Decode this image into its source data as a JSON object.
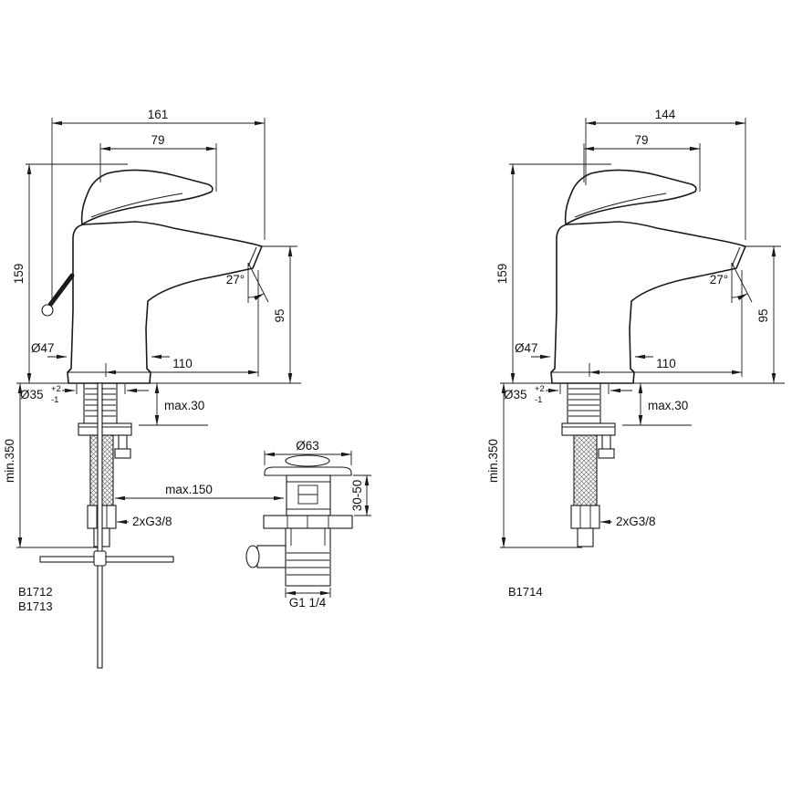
{
  "drawing": {
    "background": "#ffffff",
    "ink": "#1a1a1a",
    "type": "faucet-dimension-drawing"
  },
  "left": {
    "models": {
      "m1": "B1712",
      "m2": "B1713"
    },
    "dims": {
      "overall_width": "161",
      "handle_length": "79",
      "height": "159",
      "spout_height": "95",
      "spout_angle": "27°",
      "base_diameter": "Ø47",
      "spout_reach": "110",
      "hole_diameter": "Ø35",
      "hole_tol_plus": "+2",
      "hole_tol_minus": "-1",
      "deck_thickness": "max.30",
      "hose_length": "min.350",
      "connection": "2xG3/8",
      "rod_reach": "max.150",
      "waste_flange": "Ø63",
      "waste_adjust": "30-50",
      "waste_thread": "G1 1/4"
    }
  },
  "right": {
    "models": {
      "m1": "B1714"
    },
    "dims": {
      "overall_width": "144",
      "handle_length": "79",
      "height": "159",
      "spout_height": "95",
      "spout_angle": "27°",
      "base_diameter": "Ø47",
      "spout_reach": "110",
      "hole_diameter": "Ø35",
      "hole_tol_plus": "+2",
      "hole_tol_minus": "-1",
      "deck_thickness": "max.30",
      "hose_length": "min.350",
      "connection": "2xG3/8"
    }
  }
}
